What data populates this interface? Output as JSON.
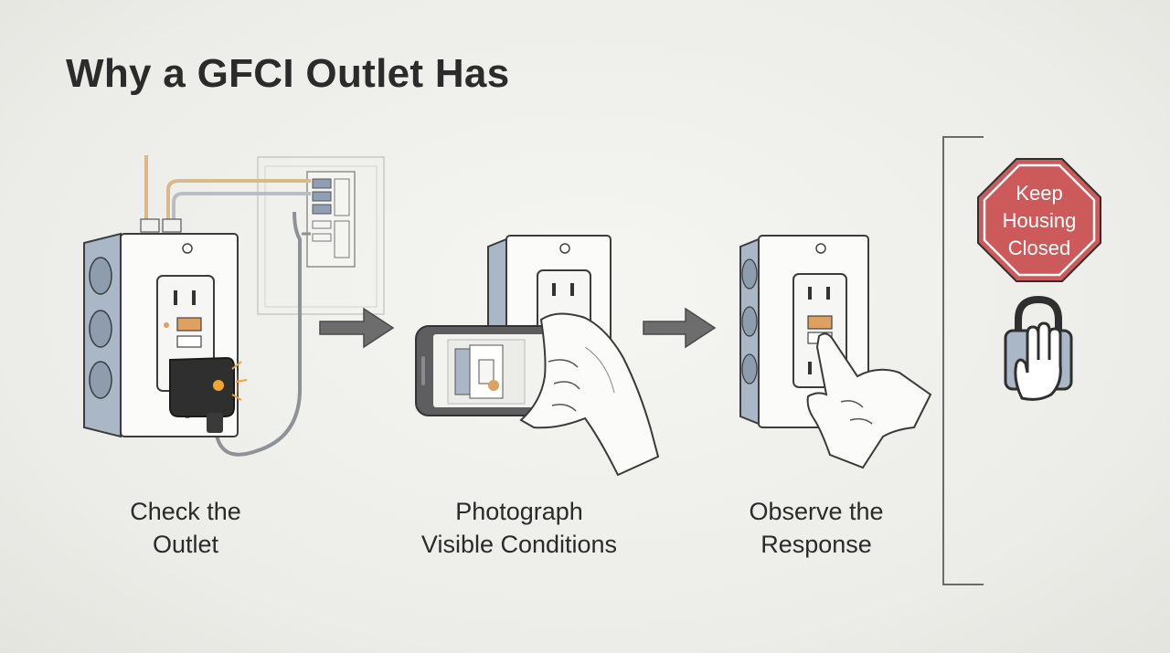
{
  "title": "Why a GFCI Outlet Has",
  "steps": [
    {
      "line1": "Check the",
      "line2": "Outlet"
    },
    {
      "line1": "Photograph",
      "line2": "Visible Conditions"
    },
    {
      "line1": "Observe the",
      "line2": "Response"
    }
  ],
  "sidebar": {
    "stop_sign": {
      "line1": "Keep",
      "line2": "Housing",
      "line3": "Closed"
    },
    "icon": "padlock-hand-icon"
  },
  "colors": {
    "stop_red": "#cc5a5a",
    "button_orange": "#e0a060",
    "box_blue": "#a9b7c7",
    "wire_tan": "#d9b88a"
  }
}
